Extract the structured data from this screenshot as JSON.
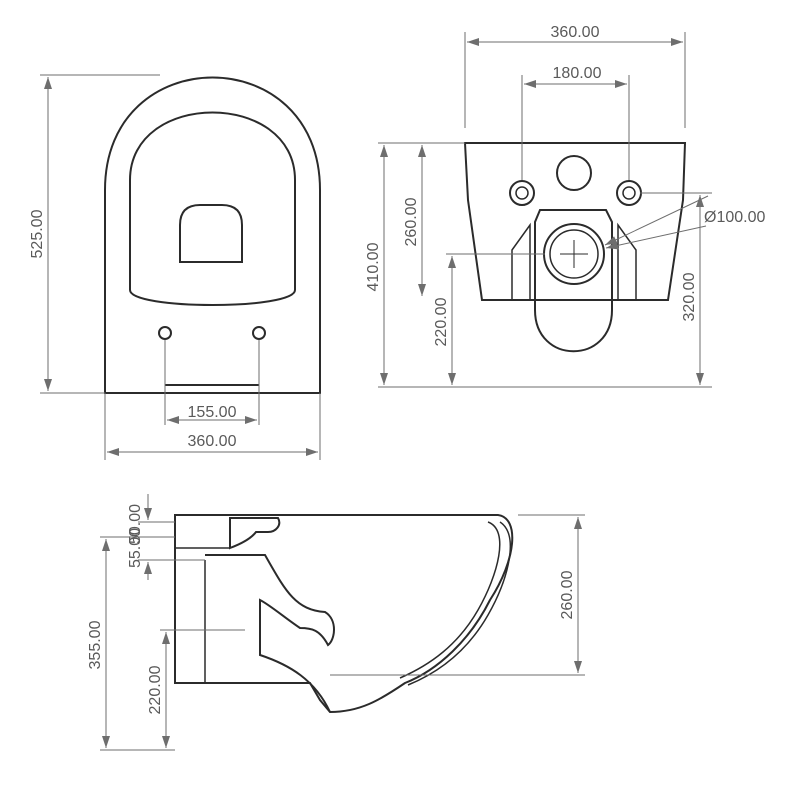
{
  "front_view": {
    "height_dim": "525.00",
    "fixing_spacing_dim": "155.00",
    "width_dim": "360.00"
  },
  "rear_view": {
    "width_dim": "360.00",
    "bolt_spacing_dim": "180.00",
    "outlet_diameter_dim": "Ø100.00",
    "height_dim": "410.00",
    "bolt_height_dim": "260.00",
    "outlet_height_dim": "220.00",
    "right_height_dim": "320.00"
  },
  "side_view": {
    "inlet_offset_dim": "55.00",
    "inlet_height_dim": "50.00",
    "total_height_dim": "355.00",
    "outlet_height_dim": "220.00",
    "depth_dim": "260.00"
  },
  "colors": {
    "outline": "#2b2b2b",
    "dimension_line": "#6e6e6e",
    "text": "#5a5a5a",
    "background": "#ffffff"
  }
}
